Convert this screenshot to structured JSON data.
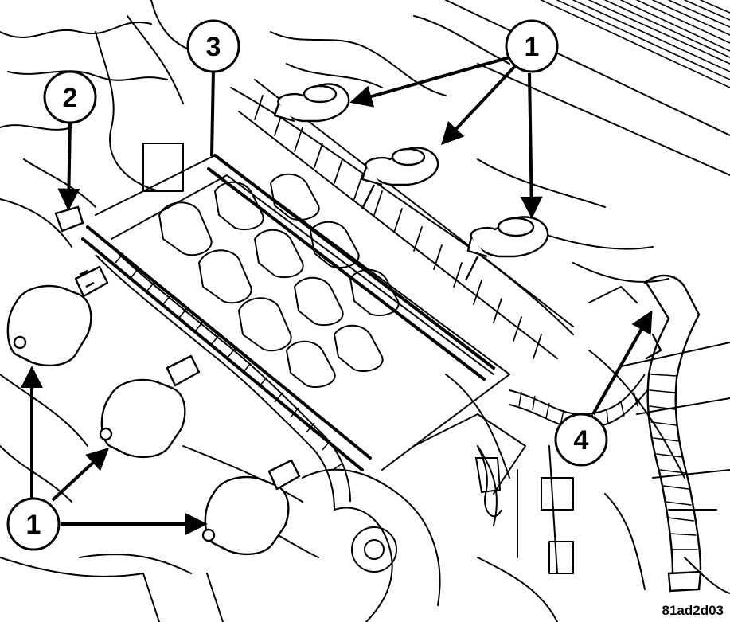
{
  "figure_id": "81ad2d03",
  "callouts": {
    "coil_top": "1",
    "fuel_rail_clip": "2",
    "fuel_rail": "3",
    "coil_bottom_left": "1",
    "vent_hose": "4"
  }
}
